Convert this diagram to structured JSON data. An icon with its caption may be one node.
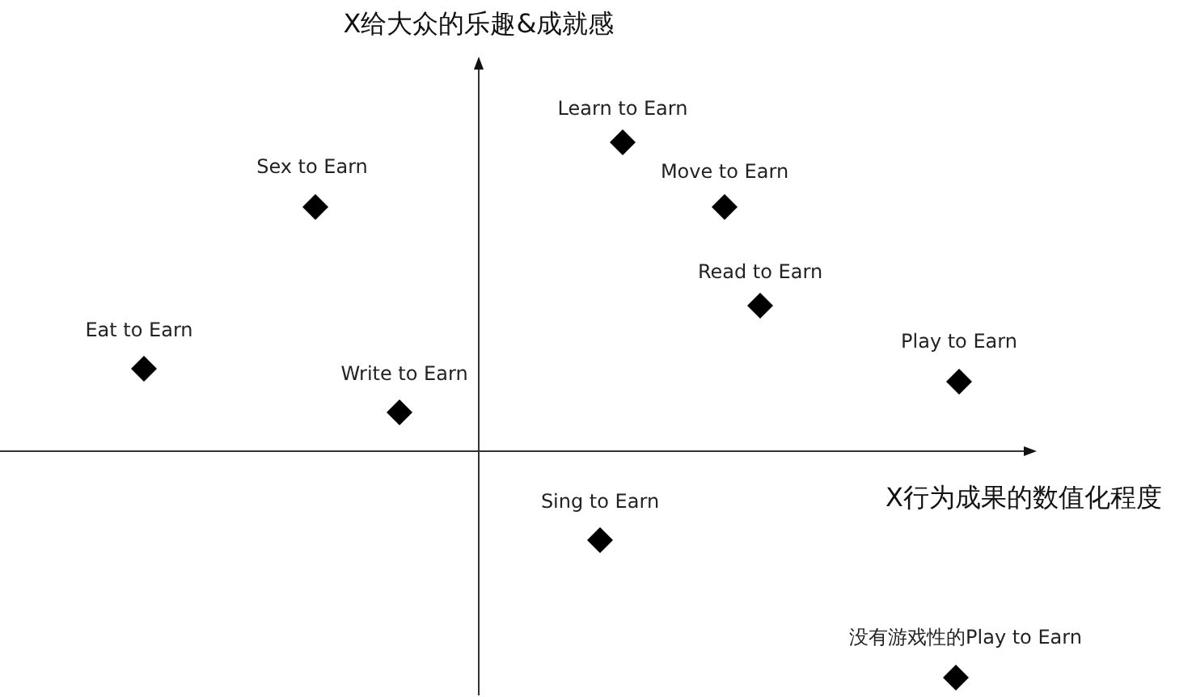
{
  "diagram": {
    "nodes": [
      {
        "text": [
          "Learn to Earn"
        ]
      },
      {
        "text": [
          "Sex to Earn"
        ]
      },
      {
        "text": [
          "Move to Earn"
        ]
      },
      {
        "text": [
          "Read to Earn"
        ]
      },
      {
        "text": [
          "Eat to Earn"
        ]
      },
      {
        "text": [
          "Play to Earn"
        ]
      },
      {
        "text": [
          "Write to Earn"
        ]
      },
      {
        "text": [
          "Sing to Earn"
        ]
      },
      {
        "text": [
          "没有游戏性的Play to Earn"
        ]
      }
    ],
    "edges": [],
    "labels": [
      "X给大众的乐趣&成就感",
      "X行为成果的数值化程度"
    ]
  }
}
